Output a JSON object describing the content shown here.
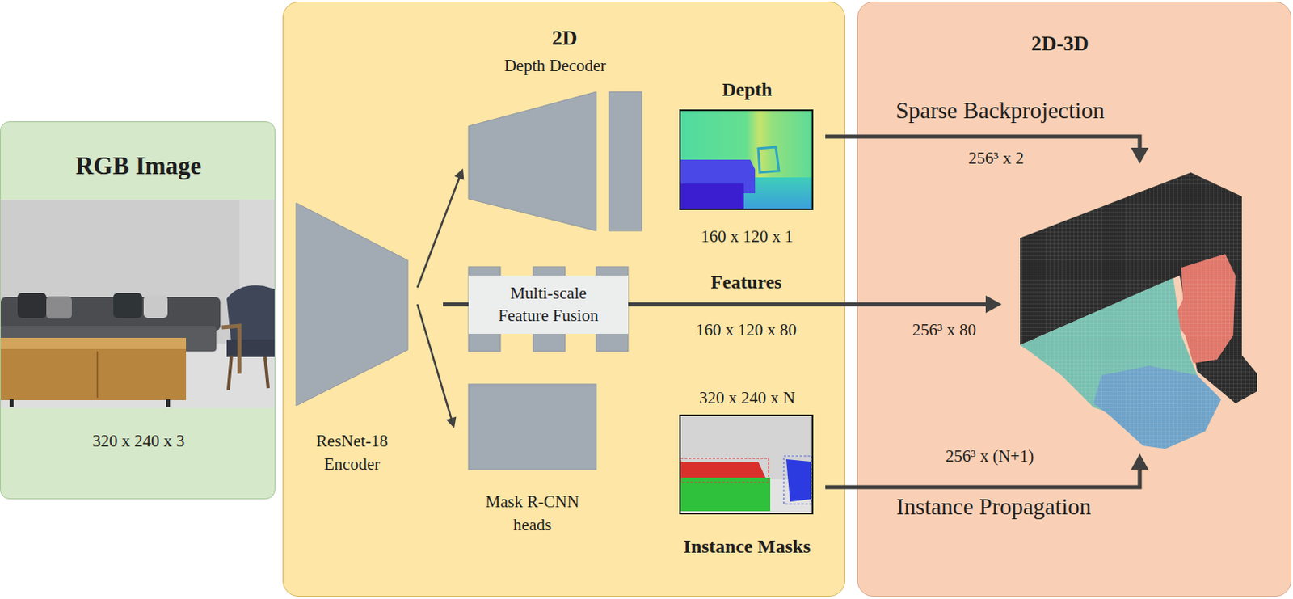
{
  "diagram": {
    "nodes": [
      {
        "text": [
          "RGB Image",
          "320 x 240 x 3"
        ]
      },
      {
        "text": [
          "2D"
        ]
      },
      {
        "text": [
          "Depth Decoder"
        ],
        "in": 1
      },
      {
        "text": [
          "ResNet-18 Encoder"
        ],
        "in": 1
      },
      {
        "text": [
          "Multi-scale Feature Fusion"
        ],
        "in": 1
      },
      {
        "text": [
          "Mask R-CNN heads"
        ],
        "in": 1
      },
      {
        "text": [
          "Depth",
          "160 x 120 x 1"
        ],
        "in": 1
      },
      {
        "text": [
          "320 x 240 x N",
          "Instance Masks"
        ],
        "in": 1
      },
      {
        "text": [
          "2D-3D"
        ]
      }
    ],
    "edges": [
      {
        "from": 3,
        "to": 2,
        "arrow": "to"
      },
      {
        "from": 3,
        "to": 5,
        "arrow": "to"
      },
      {
        "from": 3,
        "to": 4,
        "arrow": "none"
      },
      {
        "from": 4,
        "to": 8,
        "arrow": "to"
      },
      {
        "from": 6,
        "to": 8,
        "arrow": "to"
      },
      {
        "from": 7,
        "to": 8,
        "arrow": "to"
      }
    ],
    "labels": [
      "Features",
      "160 x 120 x 80",
      "Sparse Backprojection",
      "256³ x 2",
      "256³ x 80",
      "256³ x (N+1)",
      "Instance Propagation"
    ]
  }
}
